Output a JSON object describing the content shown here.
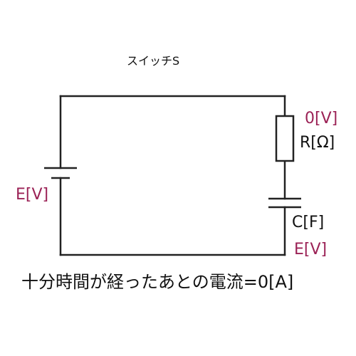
{
  "colors": {
    "wire": "#222222",
    "text": "#111111",
    "accent": "#9b2256"
  },
  "labels": {
    "switch": "スイッチS",
    "battery_voltage": "E[V]",
    "resistor_voltage": "0[V]",
    "resistor": "R[Ω]",
    "capacitor": "C[F]",
    "capacitor_voltage": "E[V]"
  },
  "caption": "十分時間が経ったあとの電流=0[A]"
}
